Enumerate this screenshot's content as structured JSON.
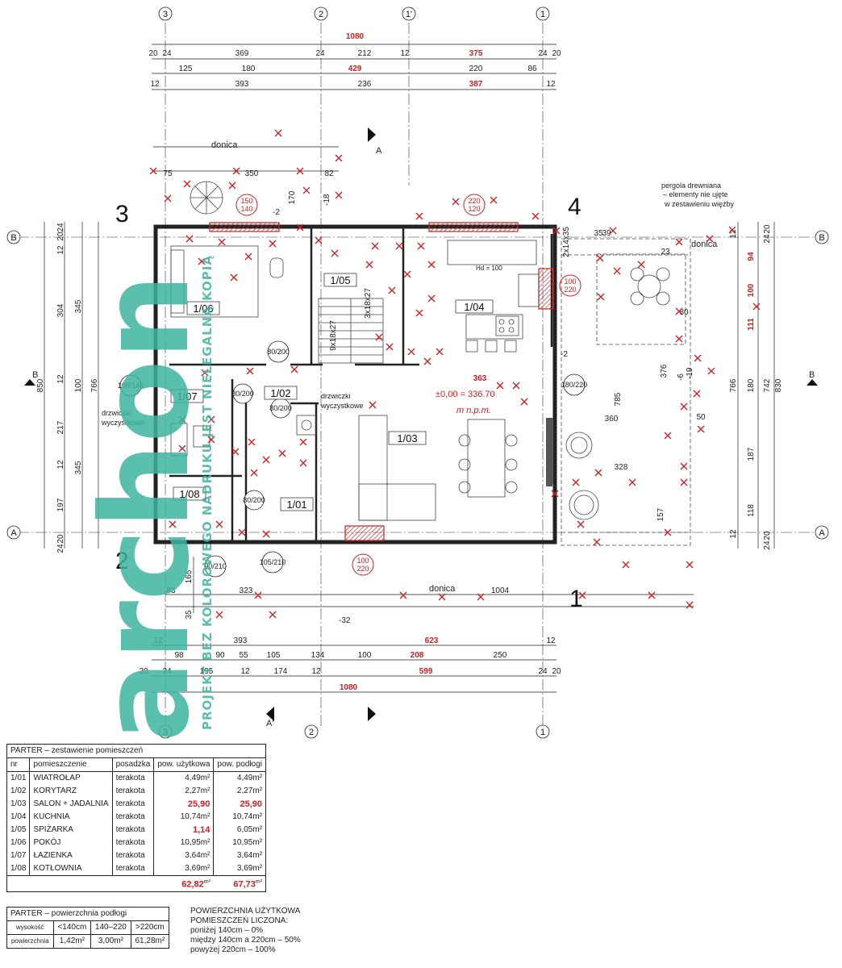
{
  "dimensions": {
    "top_total": "1080",
    "top_row1": [
      "20",
      "24",
      "369",
      "24",
      "212",
      "12",
      "375",
      "24",
      "20"
    ],
    "top_row2": [
      "125",
      "180",
      "429",
      "220",
      "86"
    ],
    "top_row3": [
      "12",
      "393",
      "236",
      "387",
      "12"
    ],
    "bottom_row1": [
      "12",
      "393",
      "623",
      "12"
    ],
    "bottom_row2": [
      "98",
      "90",
      "55",
      "105",
      "134",
      "100",
      "208",
      "250"
    ],
    "bottom_row3": [
      "20",
      "24",
      "195",
      "12",
      "174",
      "12",
      "599",
      "24",
      "20"
    ],
    "bottom_total": "1080",
    "left_outer": [
      "12",
      "304",
      "12",
      "217",
      "12",
      "197",
      "20",
      "24",
      "20",
      "24"
    ],
    "left_inner": [
      "345",
      "100",
      "345",
      "766"
    ],
    "left_830": "850",
    "right_outer": [
      "94",
      "100",
      "111",
      "766",
      "180",
      "187",
      "118",
      "742",
      "830"
    ],
    "right_top": [
      "20",
      "24",
      "12"
    ],
    "right_bottom": [
      "12",
      "20",
      "24"
    ],
    "porch": [
      "83",
      "323",
      "1004",
      "165",
      "35"
    ],
    "misc": [
      "75",
      "350",
      "82",
      "170",
      "18",
      "20",
      "4",
      "39",
      "35",
      "2x14x35",
      "23",
      "80",
      "200",
      "376",
      "360",
      "50",
      "328",
      "157",
      "19",
      "6",
      "785",
      "363"
    ]
  },
  "axes": {
    "top": [
      "3",
      "2",
      "1'",
      "1"
    ],
    "bottom": [
      "3",
      "2",
      "1"
    ],
    "side": [
      "B",
      "A"
    ]
  },
  "sections": {
    "a_top": "A",
    "a_bottom": "A'",
    "b_left": "B",
    "b_right": "B"
  },
  "corner_numbers": [
    "3",
    "4",
    "2",
    "1"
  ],
  "labels": {
    "donica_top": "donica",
    "donica_right": "donica",
    "donica_bottom": "donica",
    "pergola": [
      "pergola drewniana",
      "– elementy nie ujęte",
      "w zestawieniu więźby"
    ],
    "drzwiczki_left": [
      "drzwiczki",
      "wyczystkowe"
    ],
    "drzwiczki_mid": [
      "drzwiczki",
      "wyczystkowe"
    ],
    "level": "±0,00 = 336.70",
    "level_note": "m n.p.m.",
    "hd": "Hd = 100"
  },
  "rooms_on_plan": [
    "1/06",
    "1/05",
    "1/04",
    "1/07",
    "1/02",
    "1/03",
    "1/08",
    "1/01"
  ],
  "openings_red": [
    "150",
    "140",
    "220",
    "120",
    "100",
    "220",
    "100",
    "220"
  ],
  "openings": [
    "80/200",
    "100/140",
    "80/200",
    "80/200",
    "180/220",
    "80/200",
    "90/210",
    "105/210"
  ],
  "stairs": [
    "9x18x27",
    "3x18x27"
  ],
  "elevation_marks": [
    "-2",
    "-18",
    "-2",
    "-19",
    "-6",
    "-32",
    "-2"
  ],
  "watermark": {
    "brand": "archon",
    "vertical_text": "PROJEKT BEZ KOLOROWEGO NADRUKU JEST NIELEGALNĄ KOPIĄ"
  },
  "rooms_table": {
    "caption": "PARTER  –  zestawienie pomieszczeń",
    "headers": [
      "nr",
      "pomieszczenie",
      "posadzka",
      "pow. użytkowa",
      "pow. podłogi"
    ],
    "rows": [
      [
        "1/01",
        "WIATROŁAP",
        "terakota",
        "4,49m²",
        "4,49m²"
      ],
      [
        "1/02",
        "KORYTARZ",
        "terakota",
        "2,27m²",
        "2,27m²"
      ],
      [
        "1/03",
        "SALON + JADALNIA",
        "terakota",
        "25,90",
        "25,90"
      ],
      [
        "1/04",
        "KUCHNIA",
        "terakota",
        "10,74m²",
        "10,74m²"
      ],
      [
        "1/05",
        "SPIŻARKA",
        "terakota",
        "1,14",
        "6,05m²"
      ],
      [
        "1/06",
        "POKÓJ",
        "terakota",
        "10,95m²",
        "10,95m²"
      ],
      [
        "1/07",
        "ŁAZIENKA",
        "terakota",
        "3,64m²",
        "3,64m²"
      ],
      [
        "1/08",
        "KOTŁOWNIA",
        "terakota",
        "3,69m²",
        "3,69m²"
      ]
    ],
    "total_usable": "62,82",
    "total_floor": "67,73",
    "unit": "m²"
  },
  "floor_table": {
    "caption": "PARTER  –  powierzchnia podłogi",
    "row_heads": [
      "wysokość",
      "powierzchnia"
    ],
    "heights": [
      "<140cm",
      "140–220",
      ">220cm"
    ],
    "areas": [
      "1,42m²",
      "3,00m²",
      "61,28m²"
    ]
  },
  "legend": {
    "title": [
      "POWIERZCHNIA UŻYTKOWA",
      "POMIESZCZEŃ LICZONA:"
    ],
    "lines": [
      "poniżej 140cm  –  0%",
      "między 140cm a 220cm  –  50%",
      "powyżej 220cm  –  100%"
    ]
  },
  "colors": {
    "wall": "#222222",
    "red_markup": "#d21e1e",
    "watermark": "#3fb5a0"
  }
}
